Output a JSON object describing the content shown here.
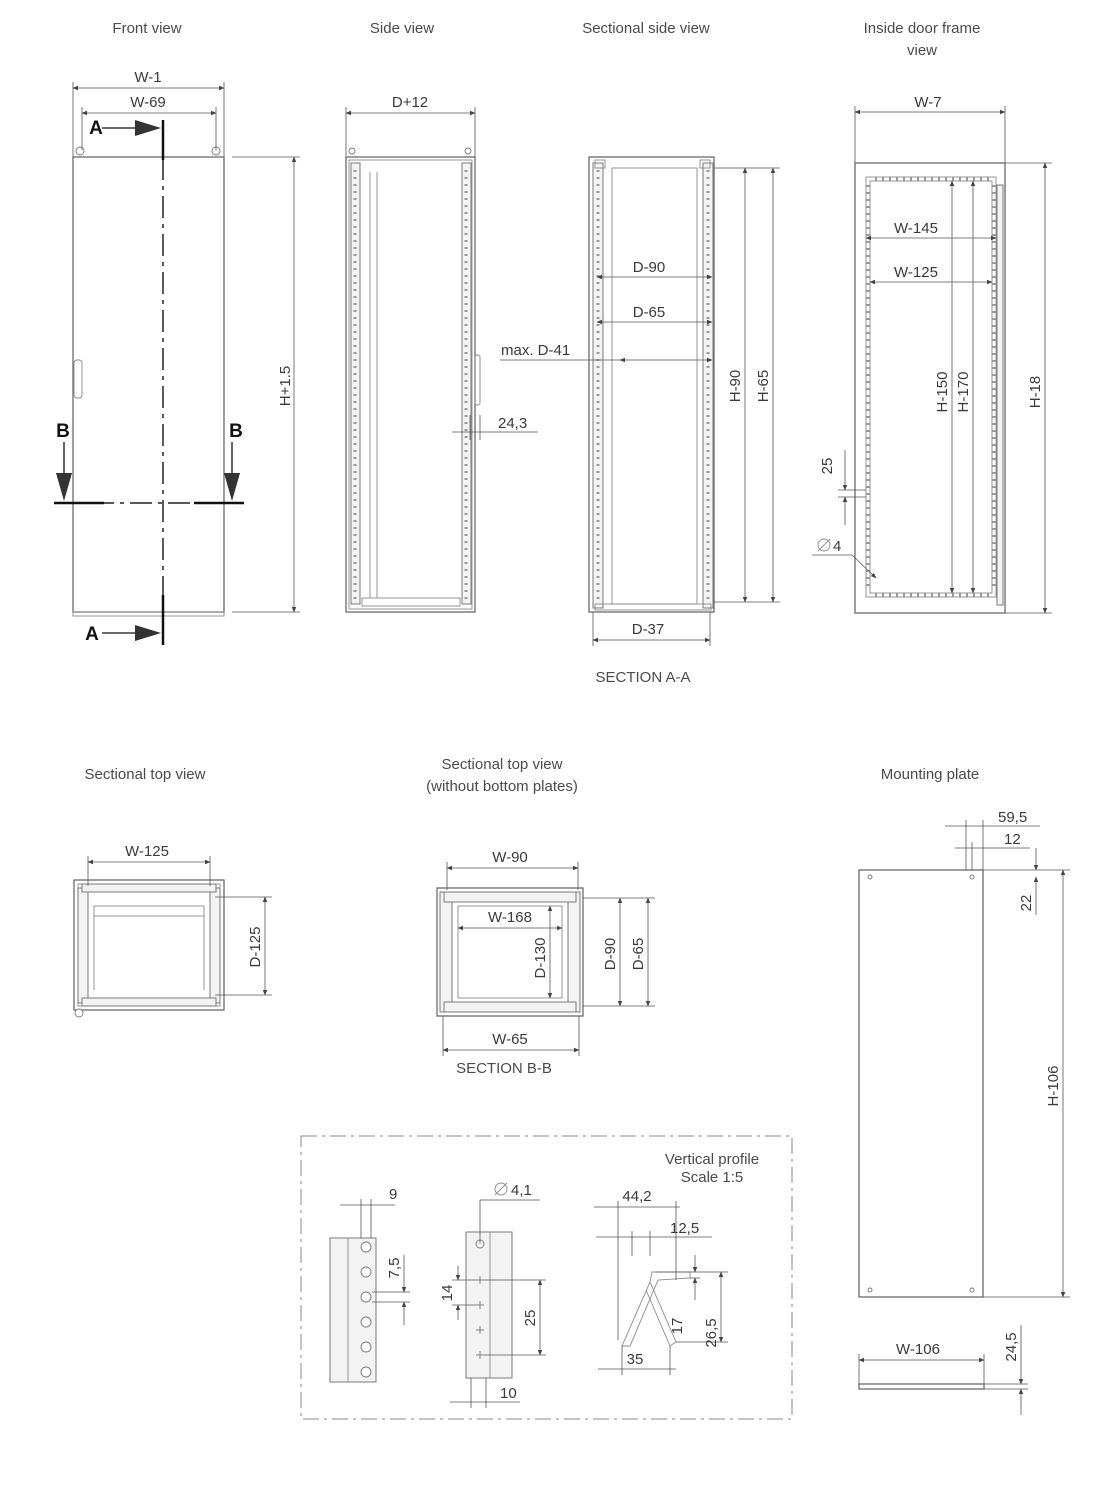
{
  "captions": {
    "front_view": "Front view",
    "side_view": "Side view",
    "sectional_side_view": "Sectional side view",
    "inside_door_frame_line1": "Inside door frame",
    "inside_door_frame_line2": "view",
    "section_aa": "SECTION A-A",
    "sectional_top_view": "Sectional top view",
    "sectional_top_view_2_line1": "Sectional top view",
    "sectional_top_view_2_line2": "(without bottom plates)",
    "section_bb": "SECTION B-B",
    "mounting_plate": "Mounting plate",
    "vertical_profile_line1": "Vertical profile",
    "vertical_profile_line2": "Scale 1:5"
  },
  "section_markers": {
    "a": "A",
    "b": "B"
  },
  "dimensions": {
    "front": {
      "w1": "W-1",
      "w69": "W-69",
      "h15": "H+1.5"
    },
    "side": {
      "d12": "D+12",
      "d41": "max. D-41",
      "s243": "24,3"
    },
    "sectional_side": {
      "d90": "D-90",
      "d65": "D-65",
      "d37": "D-37",
      "h90": "H-90",
      "h65": "H-65"
    },
    "door_frame": {
      "w7": "W-7",
      "w145": "W-145",
      "w125": "W-125",
      "h150": "H-150",
      "h170": "H-170",
      "h18": "H-18",
      "d25": "25",
      "dia4": "4"
    },
    "top_view": {
      "w125": "W-125",
      "d125": "D-125"
    },
    "top_view_2": {
      "w90": "W-90",
      "w168": "W-168",
      "d130": "D-130",
      "d90": "D-90",
      "d65": "D-65",
      "w65": "W-65"
    },
    "mounting_plate": {
      "d595": "59,5",
      "d12": "12",
      "d22": "22",
      "h106": "H-106",
      "w106": "W-106",
      "d245": "24,5"
    },
    "profile": {
      "d9": "9",
      "d75": "7,5",
      "dia41": "4,1",
      "d14": "14",
      "d25": "25",
      "d10": "10",
      "d442": "44,2",
      "d125": "12,5",
      "d17": "17",
      "d265": "26,5",
      "d35": "35"
    }
  }
}
